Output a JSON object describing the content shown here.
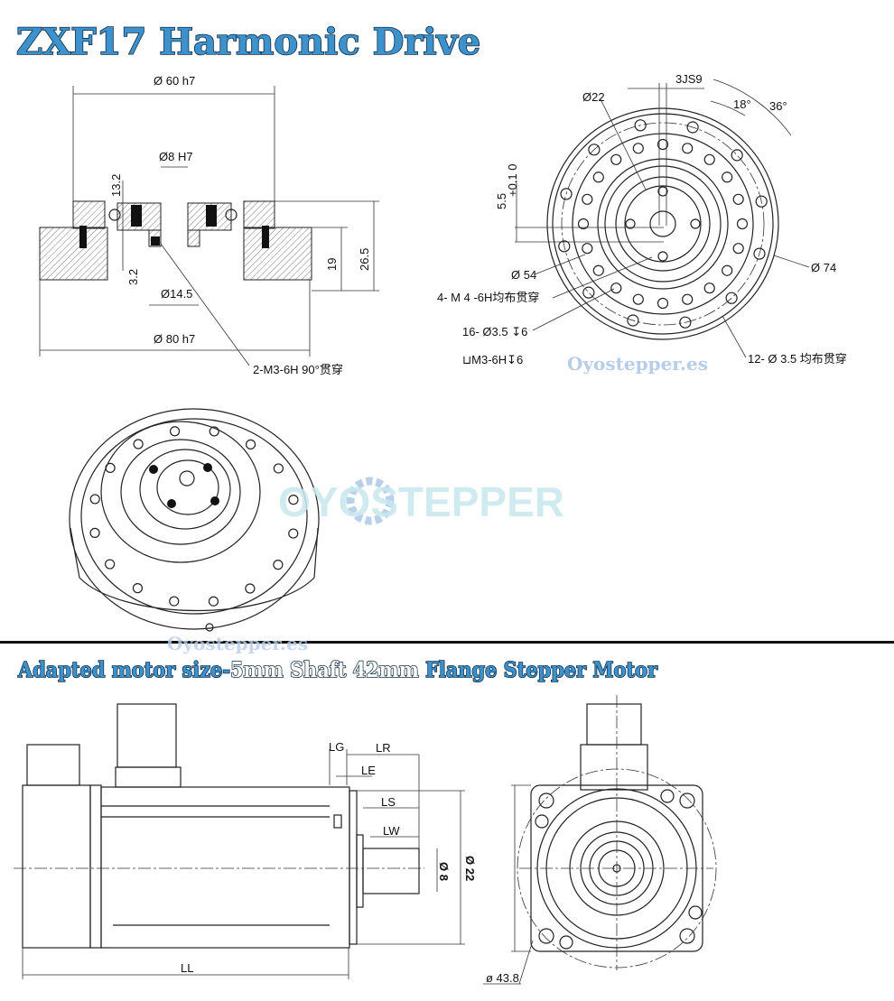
{
  "titles": {
    "harmonic": "ZXF17 Harmonic Drive",
    "motor_part1": "Adapted motor size-",
    "motor_part2": "5mm Shaft 42mm",
    "motor_part3": " Flange Stepper Motor"
  },
  "section_view": {
    "dim_outer_top": "Ø 60 h7",
    "dim_bore": "Ø8 H7",
    "dim_13_2": "13.2",
    "dim_3_2": "3.2",
    "dim_14_5": "Ø14.5",
    "dim_outer_bottom": "Ø 80 h7",
    "dim_19": "19",
    "dim_26_5": "26.5",
    "note_thread": "2-M3-6H 90°贯穿"
  },
  "front_view": {
    "dim_keyway": "3JS9",
    "dim_22": "Ø22",
    "angle_18": "18°",
    "angle_36": "36°",
    "dim_5_5": "5.5",
    "tol_5_5": "+0.1 0",
    "dim_54": "Ø 54",
    "note_m4": "4- M 4 -6H均布贯穿",
    "note_16": "16- Ø3.5 ↧6",
    "note_m3": "⊔M3-6H↧6",
    "note_12": "12- Ø 3.5 均布贯穿",
    "dim_74": "Ø 74"
  },
  "motor_view": {
    "LG": "LG",
    "LR": "LR",
    "LE": "LE",
    "LS": "LS",
    "LW": "LW",
    "LL": "LL",
    "dim_shaft": "Ø 8",
    "dim_pilot": "Ø 22",
    "dim_bolt_circle": "ø 43.8"
  },
  "watermarks": {
    "site": "Oyostepper.es",
    "brand": "OYOSTEPPER"
  },
  "colors": {
    "title_fill": "#3d92cc",
    "title_outline": "#0d2c48",
    "watermark": "#b7cdea"
  }
}
